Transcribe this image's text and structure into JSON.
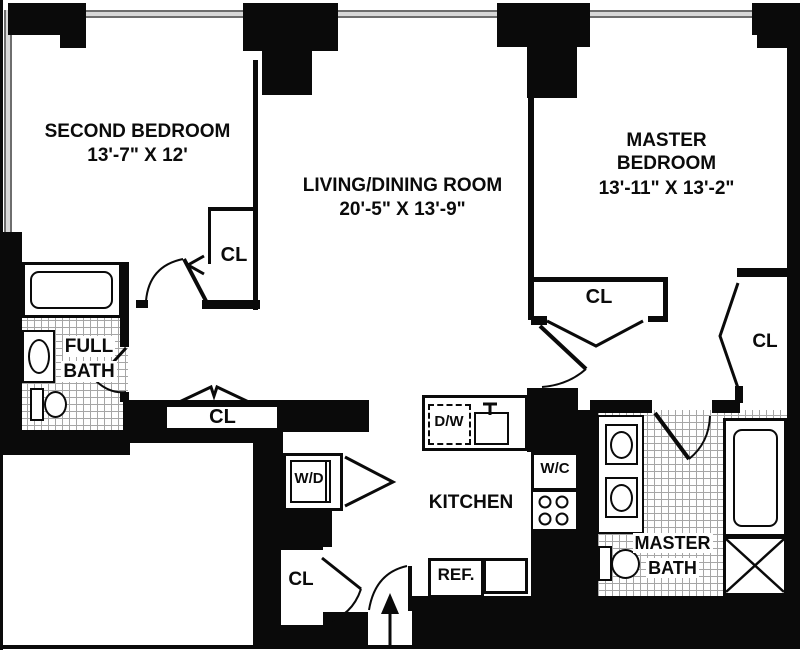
{
  "rooms": {
    "second_bedroom": {
      "name": "SECOND BEDROOM",
      "dimensions": "13'-7\" X 12'"
    },
    "living_dining_room": {
      "name": "LIVING/DINING ROOM",
      "dimensions": "20'-5\" X 13'-9\""
    },
    "master_bedroom": {
      "name_line1": "MASTER",
      "name_line2": "BEDROOM",
      "dimensions": "13'-11\" X 13'-2\""
    },
    "kitchen": {
      "name": "KITCHEN"
    },
    "full_bath": {
      "name_line1": "FULL",
      "name_line2": "BATH"
    },
    "master_bath": {
      "name_line1": "MASTER",
      "name_line2": "BATH"
    }
  },
  "closet_label": "CL",
  "appliances": {
    "washer_dryer": "W/D",
    "dishwasher": "D/W",
    "water_closet": "W/C",
    "refrigerator": "REF."
  },
  "colors": {
    "walls": "#0a0a0a",
    "background": "#ffffff",
    "window_glass": "#d8d8d8",
    "window_frame": "#6e6e6e",
    "tile_line": "#a6a6a6"
  }
}
